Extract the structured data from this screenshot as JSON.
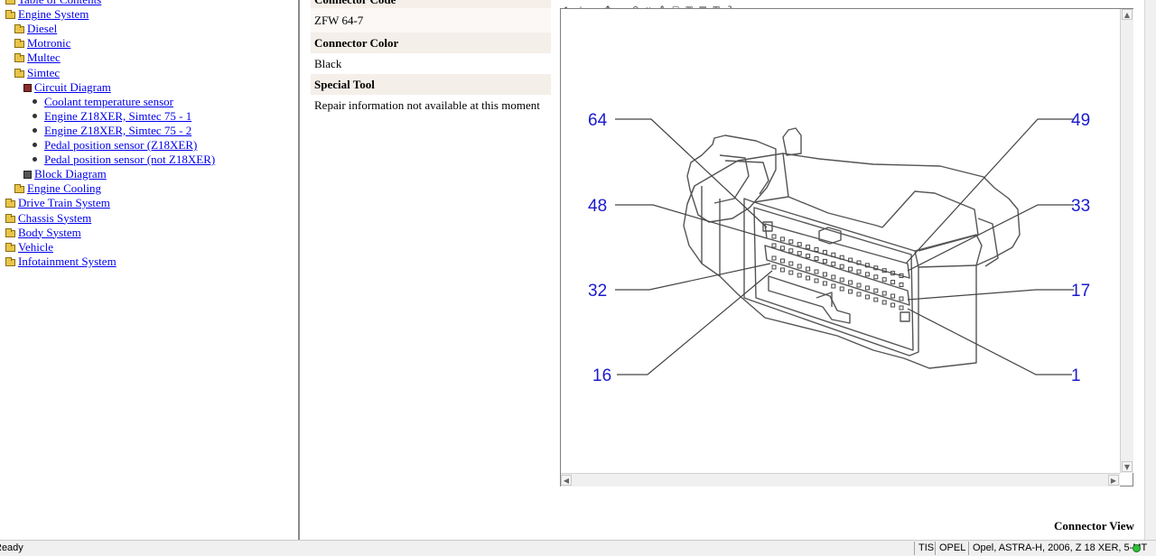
{
  "tree": {
    "items": [
      {
        "label": "Table of Contents",
        "level": 0,
        "icon": "folder-icon"
      },
      {
        "label": "Engine System",
        "level": 0,
        "icon": "folder-icon"
      },
      {
        "label": "Diesel",
        "level": 1,
        "icon": "folder-icon"
      },
      {
        "label": "Motronic",
        "level": 1,
        "icon": "folder-icon"
      },
      {
        "label": "Multec",
        "level": 1,
        "icon": "folder-icon"
      },
      {
        "label": "Simtec",
        "level": 1,
        "icon": "folder-icon"
      },
      {
        "label": "Circuit Diagram",
        "level": 2,
        "icon": "circuit-diagram-icon"
      },
      {
        "label": "Coolant temperature sensor",
        "level": 3,
        "icon": "bullet-icon"
      },
      {
        "label": "Engine Z18XER, Simtec 75 - 1",
        "level": 3,
        "icon": "bullet-icon",
        "visited": true
      },
      {
        "label": "Engine Z18XER, Simtec 75 - 2",
        "level": 3,
        "icon": "bullet-icon",
        "visited": true
      },
      {
        "label": "Pedal position sensor (Z18XER)",
        "level": 3,
        "icon": "bullet-icon"
      },
      {
        "label": "Pedal position sensor (not Z18XER)",
        "level": 3,
        "icon": "bullet-icon"
      },
      {
        "label": "Block Diagram",
        "level": 2,
        "icon": "block-diagram-icon"
      },
      {
        "label": "Engine Cooling",
        "level": 1,
        "icon": "folder-icon"
      },
      {
        "label": "Drive Train System",
        "level": 0,
        "icon": "folder-icon"
      },
      {
        "label": "Chassis System",
        "level": 0,
        "icon": "folder-icon"
      },
      {
        "label": "Body System",
        "level": 0,
        "icon": "folder-icon"
      },
      {
        "label": "Vehicle",
        "level": 0,
        "icon": "folder-icon"
      },
      {
        "label": "Infotainment System",
        "level": 0,
        "icon": "folder-icon"
      }
    ]
  },
  "info": {
    "connector_code_label": "Connector Code",
    "connector_code_value": "ZFW 64-7",
    "connector_color_label": "Connector Color",
    "connector_color_value": "Black",
    "special_tool_label": "Special Tool",
    "special_tool_value": "Repair information not available at this moment"
  },
  "diagram": {
    "pin_labels": {
      "top_left": "64",
      "top_right": "49",
      "mid_left_upper": "48",
      "mid_right_upper": "33",
      "mid_left_lower": "32",
      "mid_right_lower": "17",
      "bottom_left": "16",
      "bottom_right": "1"
    },
    "label_color": "#1a1acc",
    "caption": "Connector View"
  },
  "toolbar": {
    "icons": [
      "select-icon",
      "zoom-in-icon",
      "zoom-out-icon",
      "pan-icon",
      "find-icon",
      "back-icon",
      "fit-icon",
      "actual-size-icon",
      "zoom-window-icon",
      "zoom-page-icon",
      "print-icon",
      "chart-icon",
      "help-icon"
    ]
  },
  "status": {
    "text": "Ready",
    "app": "TIS",
    "make": "OPEL",
    "vehicle": "Opel, ASTRA-H, 2006, Z 18 XER, 5-MT",
    "led_color": "#2fbf3a"
  }
}
